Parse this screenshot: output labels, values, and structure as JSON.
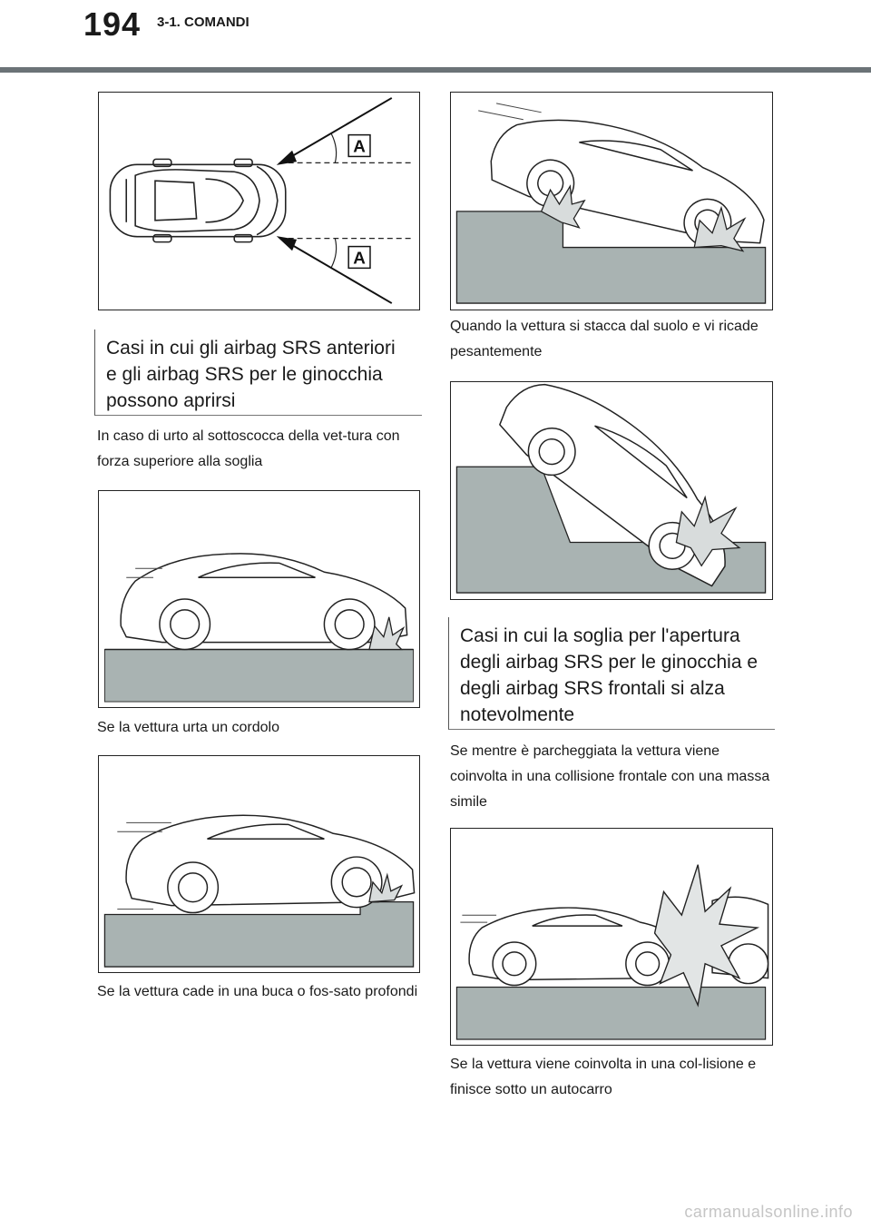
{
  "header": {
    "page_number": "194",
    "section": "3-1. COMANDI"
  },
  "figures": {
    "top_view_label_top": "A",
    "top_view_label_bottom": "A"
  },
  "notes": {
    "airbags_deploy": "Casi in cui gli airbag SRS anteriori e gli airbag SRS per le ginocchia possono aprirsi",
    "threshold_raised": "Casi in cui la soglia per l'apertura degli airbag SRS per le ginocchia e degli airbag SRS frontali si alza notevolmente"
  },
  "captions": {
    "underbody_impact": "In caso di urto al sottoscocca della vet-tura con forza superiore alla soglia",
    "curb": "Se la vettura urta un cordolo",
    "pothole": "Se la vettura cade in una buca o fos-sato profondi",
    "airborne": "Quando la vettura si stacca dal suolo e vi ricade pesantemente",
    "parked_collision": "Se mentre è parcheggiata la vettura viene coinvolta in una collisione frontale con una massa simile",
    "under_truck": "Se la vettura viene coinvolta in una col-lisione e finisce sotto un autocarro"
  },
  "footer": {
    "watermark": "carmanualsonline.info"
  }
}
